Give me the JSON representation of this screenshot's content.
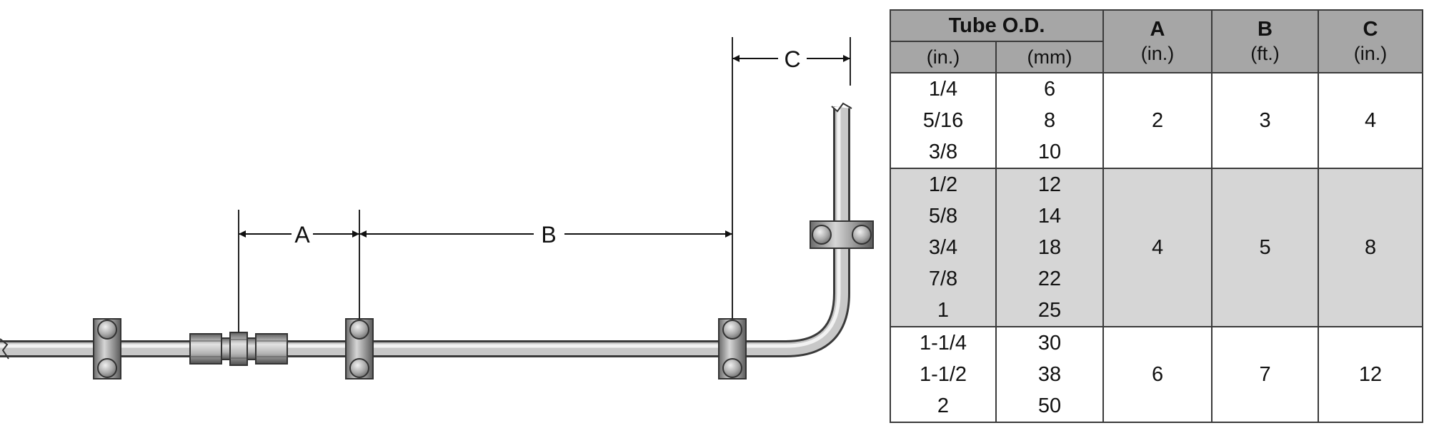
{
  "diagram": {
    "dimension_labels": {
      "a": "A",
      "b": "B",
      "c": "C"
    }
  },
  "table": {
    "header": {
      "tube_od": "Tube O.D.",
      "in_unit": "(in.)",
      "mm_unit": "(mm)",
      "a_label": "A",
      "a_unit": "(in.)",
      "b_label": "B",
      "b_unit": "(ft.)",
      "c_label": "C",
      "c_unit": "(in.)"
    },
    "groups": [
      {
        "od_in": [
          "1/4",
          "5/16",
          "3/8"
        ],
        "od_mm": [
          "6",
          "8",
          "10"
        ],
        "a": "2",
        "b": "3",
        "c": "4"
      },
      {
        "od_in": [
          "1/2",
          "5/8",
          "3/4",
          "7/8",
          "1"
        ],
        "od_mm": [
          "12",
          "14",
          "18",
          "22",
          "25"
        ],
        "a": "4",
        "b": "5",
        "c": "8"
      },
      {
        "od_in": [
          "1-1/4",
          "1-1/2",
          "2"
        ],
        "od_mm": [
          "30",
          "38",
          "50"
        ],
        "a": "6",
        "b": "7",
        "c": "12"
      }
    ]
  }
}
